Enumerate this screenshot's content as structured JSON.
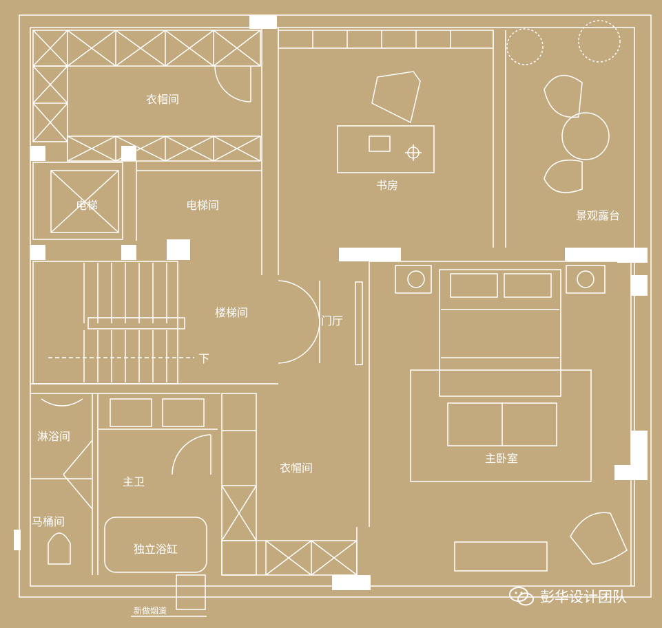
{
  "colors": {
    "background": "#c2a97e",
    "lines": "#ffffff"
  },
  "rooms": {
    "cloakroom_top": "衣帽间",
    "study": "书房",
    "terrace": "景观露台",
    "elevator": "电梯",
    "elevator_hall": "电梯间",
    "stairwell": "楼梯间",
    "stair_down": "下",
    "foyer": "门厅",
    "master_bedroom": "主卧室",
    "shower": "淋浴间",
    "master_bath": "主卫",
    "toilet": "马桶间",
    "bathtub": "独立浴缸",
    "cloakroom_bottom": "衣帽间",
    "chimney": "新做烟道"
  },
  "watermark": {
    "text": "彭华设计团队",
    "icon": "wechat-icon"
  }
}
